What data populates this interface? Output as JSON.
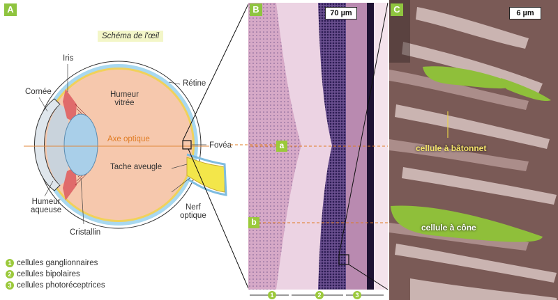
{
  "panels": {
    "a": "A",
    "b": "B",
    "c": "C"
  },
  "eye": {
    "title": "Schéma de l'œil",
    "labels": {
      "iris": "Iris",
      "retine": "Rétine",
      "cornee": "Cornée",
      "humeur_vitree": "Humeur\nvitrée",
      "axe_optique": "Axe optique",
      "fovea": "Fovéa",
      "tache_aveugle": "Tache aveugle",
      "humeur_aqueuse": "Humeur\naqueuse",
      "nerf_optique": "Nerf\noptique",
      "cristallin": "Cristallin"
    }
  },
  "legend": [
    {
      "num": "1",
      "text": "cellules ganglionnaires"
    },
    {
      "num": "2",
      "text": "cellules bipolaires"
    },
    {
      "num": "3",
      "text": "cellules photoréceptrices"
    }
  ],
  "histology": {
    "scale": "70 µm",
    "tag_a": "a",
    "tag_b": "b",
    "bottom_markers": [
      "1",
      "2",
      "3"
    ]
  },
  "microscopy": {
    "scale": "6 µm",
    "rod_label": "cellule à bâtonnet",
    "cone_label": "cellule à cône"
  }
}
